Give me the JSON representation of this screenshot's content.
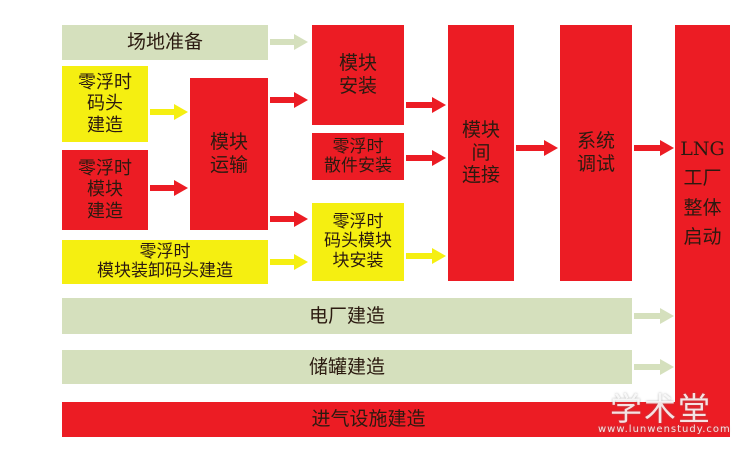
{
  "boxes": {
    "site_prep": "场地准备",
    "dock_build": "零浮时\n码头\n建造",
    "module_build": "零浮时\n模块\n建造",
    "module_dock_build": "零浮时\n模块装卸码头建造",
    "module_transport": "模块\n运输",
    "module_install": "模块\n安装",
    "bulk_install": "零浮时\n散件安装",
    "dock_module_install": "零浮时\n码头模块\n块安装",
    "module_connect": "模块\n间\n连接",
    "system_debug": "系统\n调试",
    "plant_startup": "LNG\n工厂\n整体\n启动",
    "power_plant": "电厂建造",
    "tank_build": "储罐建造",
    "gas_build": "进气设施建造"
  },
  "colors": {
    "red": "#ec1c24",
    "green": "#d5e0bd",
    "yellow": "#f5ef11"
  },
  "watermark": {
    "cn": "学术堂",
    "url": "www.lunwenstudy.com"
  }
}
